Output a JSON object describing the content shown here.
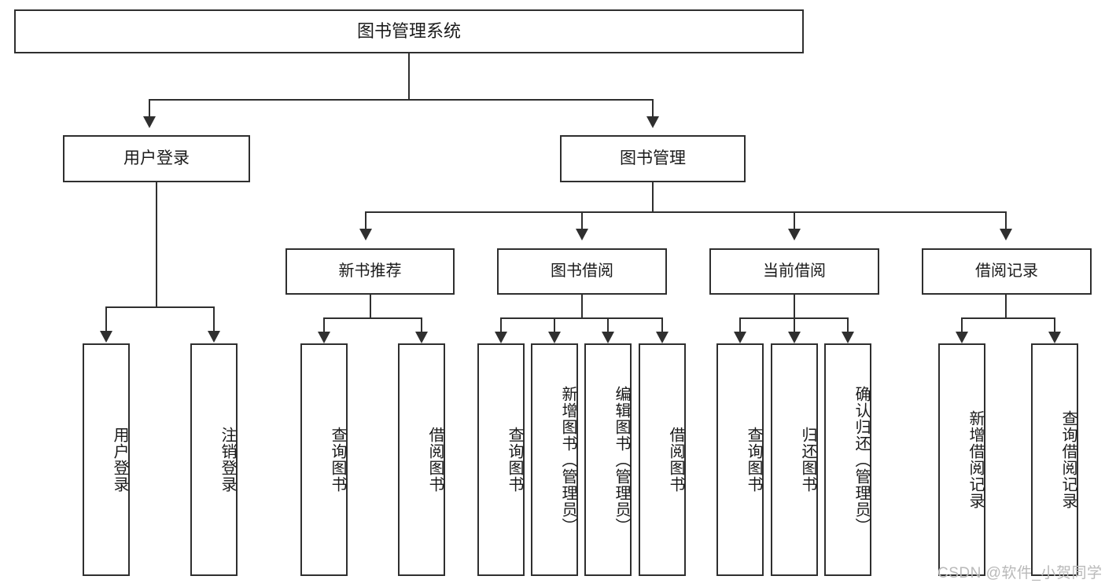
{
  "diagram": {
    "type": "tree-hierarchy-chart",
    "title": "图书管理系统",
    "stroke_color": "#2f2f2f",
    "background_color": "#ffffff",
    "root": {
      "label": "图书管理系统"
    },
    "level2": [
      {
        "label": "用户登录"
      },
      {
        "label": "图书管理"
      }
    ],
    "level3": [
      {
        "label": "新书推荐"
      },
      {
        "label": "图书借阅"
      },
      {
        "label": "当前借阅"
      },
      {
        "label": "借阅记录"
      }
    ],
    "leaves": {
      "user_login": [
        {
          "label": "用户登录"
        },
        {
          "label": "注销登录"
        }
      ],
      "new_book_recommend": [
        {
          "label": "查询图书"
        },
        {
          "label": "借阅图书"
        }
      ],
      "book_borrow": [
        {
          "label": "查询图书"
        },
        {
          "label": "新增图书（管理员）"
        },
        {
          "label": "编辑图书（管理员）"
        },
        {
          "label": "借阅图书"
        }
      ],
      "current_borrow": [
        {
          "label": "查询图书"
        },
        {
          "label": "归还图书"
        },
        {
          "label": "确认归还（管理员）"
        }
      ],
      "borrow_record": [
        {
          "label": "新增借阅记录"
        },
        {
          "label": "查询借阅记录"
        }
      ]
    }
  },
  "watermark": {
    "text": "CSDN @软件_小贺同学",
    "color": "#b9b9b9"
  }
}
